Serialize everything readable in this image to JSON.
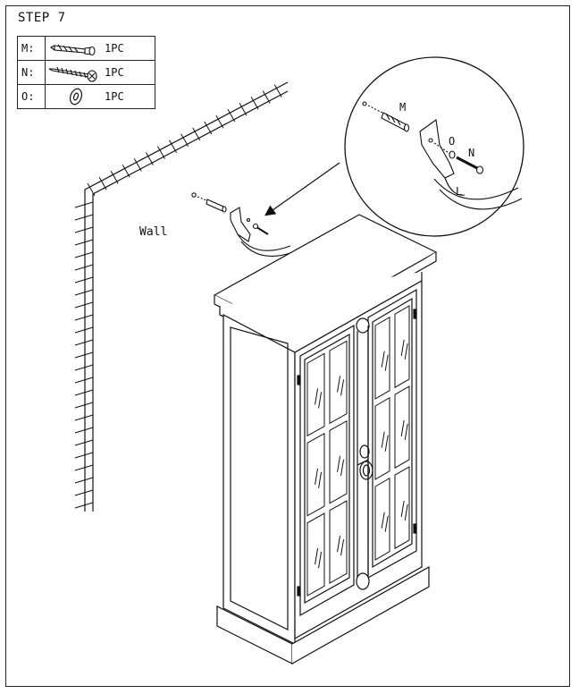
{
  "step_title": "STEP 7",
  "parts": [
    {
      "letter": "M:",
      "icon": "wall-anchor-icon",
      "qty": "1PC"
    },
    {
      "letter": "N:",
      "icon": "screw-icon",
      "qty": "1PC"
    },
    {
      "letter": "O:",
      "icon": "washer-icon",
      "qty": "1PC"
    }
  ],
  "labels": {
    "wall": "Wall",
    "detail_m": "M",
    "detail_o": "O",
    "detail_n": "N",
    "detail_l": "L"
  }
}
